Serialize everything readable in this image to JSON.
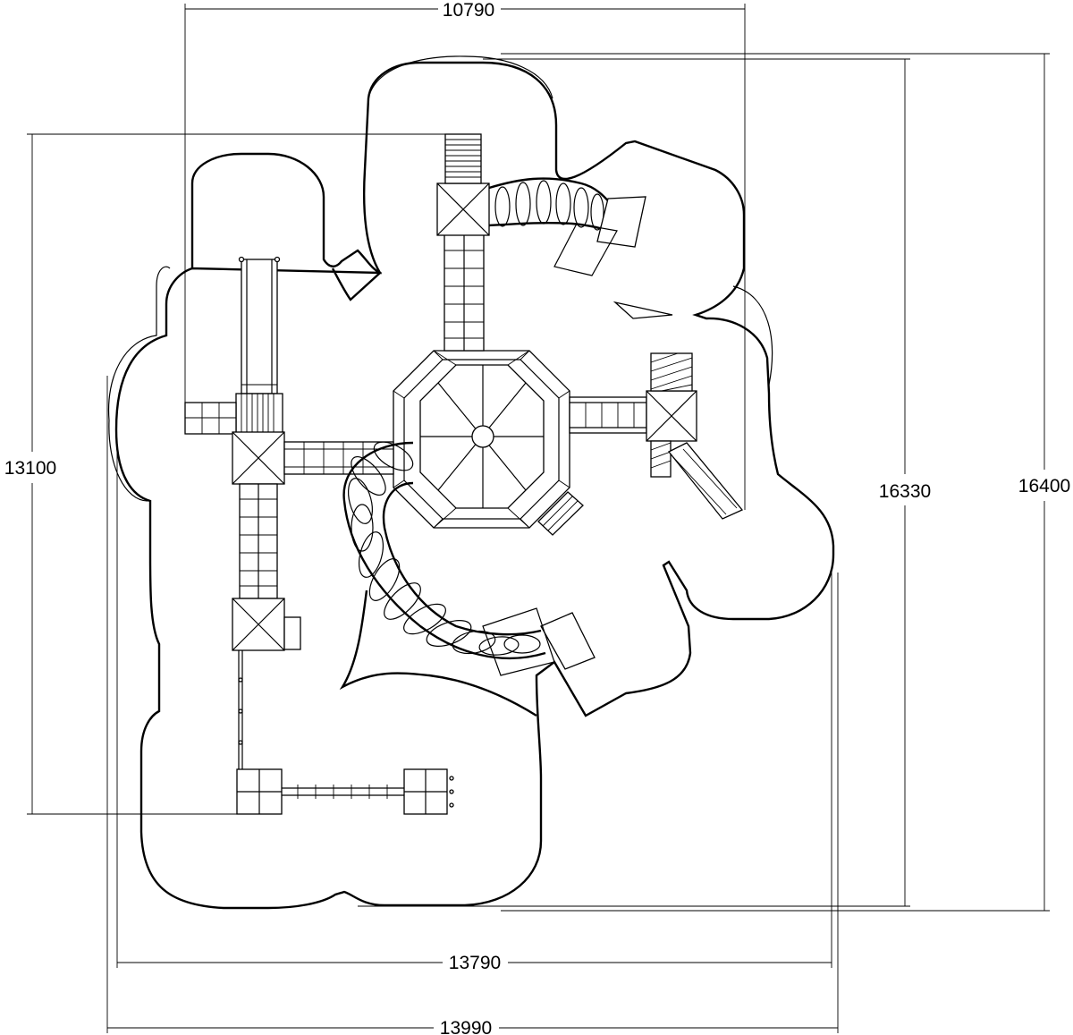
{
  "drawing": {
    "colors": {
      "line": "#000000",
      "background": "#ffffff"
    },
    "dimensions": {
      "top_width": "10790",
      "left_height": "13100",
      "inner_right_height": "16330",
      "outer_right_height": "16400",
      "inner_bottom_width": "13790",
      "outer_bottom_width": "13990"
    }
  }
}
